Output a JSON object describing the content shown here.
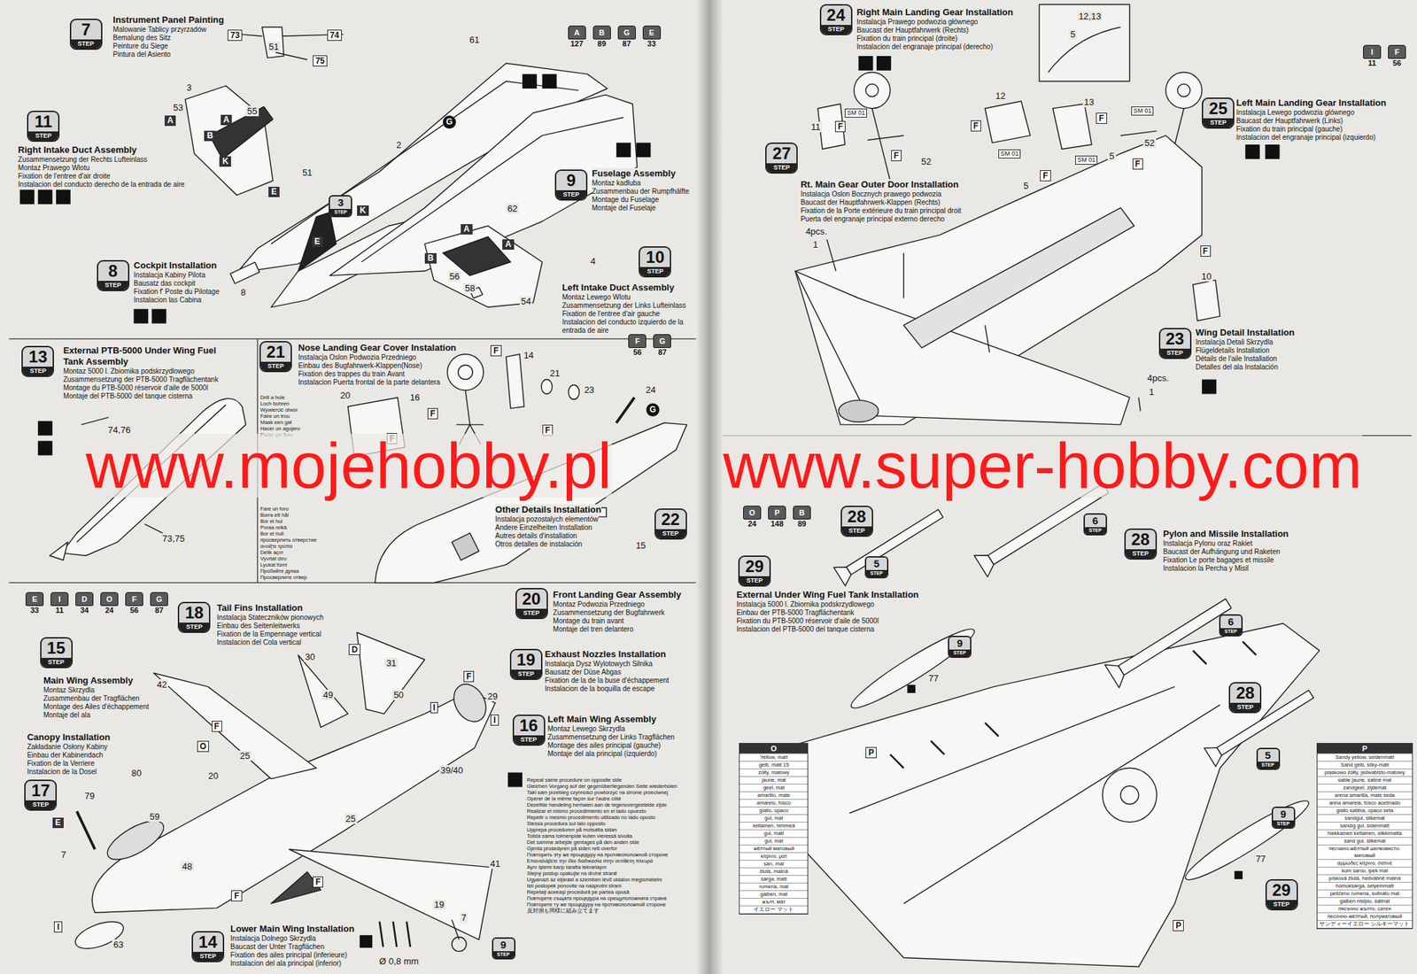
{
  "diagram": {
    "nodes": [
      {
        "text": [
          "7",
          "STEP"
        ]
      },
      {
        "text": [
          "11",
          "STEP"
        ]
      },
      {
        "text": [
          "3",
          "STEP"
        ]
      },
      {
        "text": [
          "9",
          "STEP"
        ]
      },
      {
        "text": [
          "8",
          "STEP"
        ]
      },
      {
        "text": [
          "10",
          "STEP"
        ]
      },
      {
        "text": [
          "13",
          "STEP"
        ]
      },
      {
        "text": [
          "21",
          "STEP"
        ]
      },
      {
        "text": [
          "22",
          "STEP"
        ]
      },
      {
        "text": [
          "20",
          "STEP"
        ]
      },
      {
        "text": [
          "18",
          "STEP"
        ]
      },
      {
        "text": [
          "15",
          "STEP"
        ]
      },
      {
        "text": [
          "17",
          "STEP"
        ]
      },
      {
        "text": [
          "19",
          "STEP"
        ]
      },
      {
        "text": [
          "16",
          "STEP"
        ]
      },
      {
        "text": [
          "9",
          "STEP"
        ]
      },
      {
        "text": [
          "14",
          "STEP"
        ]
      },
      {
        "text": [
          "24",
          "STEP"
        ]
      },
      {
        "text": [
          "27",
          "STEP"
        ]
      },
      {
        "text": [
          "25",
          "STEP"
        ]
      },
      {
        "text": [
          "23",
          "STEP"
        ]
      },
      {
        "text": [
          "28",
          "STEP"
        ]
      },
      {
        "text": [
          "6",
          "STEP"
        ]
      },
      {
        "text": [
          "29",
          "STEP"
        ]
      },
      {
        "text": [
          "5",
          "STEP"
        ]
      },
      {
        "text": [
          "28",
          "STEP"
        ]
      },
      {
        "text": [
          "6",
          "STEP"
        ]
      },
      {
        "text": [
          "9",
          "STEP"
        ]
      },
      {
        "text": [
          "28",
          "STEP"
        ]
      },
      {
        "text": [
          "5",
          "STEP"
        ]
      },
      {
        "text": [
          "9",
          "STEP"
        ]
      },
      {
        "text": [
          "29",
          "STEP"
        ]
      }
    ],
    "labels": [
      "Instrument Panel Painting",
      "Malowanie Tablicy przyrzadów",
      "Bemalung des Sitz",
      "Peinture du Siege",
      "Pintura del Asiento",
      "A",
      "127",
      "B",
      "89",
      "G",
      "87",
      "E",
      "33",
      "73",
      "74",
      "51",
      "75",
      "61",
      "Right Intake Duct Assembly",
      "Zusammensetzung der Rechts Lufteinlass",
      "Montaz Prawego Wlotu",
      "Fixation de l'entree d'air droite",
      "Instalacion del conducto derecho de la entrada de aire",
      "3",
      "53",
      "A",
      "A",
      "B",
      "55",
      "G",
      "2",
      "K",
      "E",
      "51",
      "K",
      "E",
      "62",
      "8",
      "4",
      "A",
      "A",
      "B",
      "56",
      "58",
      "54",
      "Fuselage Assembly",
      "Montaz kadluba",
      "Zusammenbau der Rumpfhälfte",
      "Montage du Fuselage",
      "Montaje del Fuselaje",
      "Cockpit Installation",
      "Instalacja Kabiny Pilota",
      "Bausatz das cockpit",
      "Fixation f' Poste du Pilotage",
      "Instalacion las Cabina",
      "Left Intake Duct Assembly",
      "Montaz Lewego Wlotu",
      "Zusammensetzung der Links Lufteinlass",
      "Fixation de l'entree d'air gauche",
      "Instalacion del conducto izquierdo de la entrada de aire",
      "External PTB-5000 Under Wing Fuel Tank Assembly",
      "Montaz 5000 l. Zbiornika podskrzydlowego",
      "Zusammensetzung der PTB-5000 Tragflächentank",
      "Montage du PTB-5000 réservoir d'aile de 5000l",
      "Montaje del PTB-5000 del tanque cisterna",
      "74,76",
      "73,75",
      "Nose Landing Gear Cover Instalation",
      "Instalacja Oslon Podwozia Przedniego",
      "Einbau des Bugfahrwerk-Klappen(Nose)",
      "Fixation des trappes du train Avant",
      "Instalacion Puerta frontal de la parte delantera",
      "F",
      "56",
      "G",
      "87",
      "F",
      "14",
      "20",
      "16",
      "F",
      "21",
      "23",
      "24",
      "G",
      "F",
      "F",
      "15",
      "Drill a hole",
      "Loch bohren",
      "Wywiercić otwór",
      "Faire un trou",
      "Maak een gat",
      "Hacer un agujero",
      "Fazer um furo",
      "Fare un foro",
      "Borra ett hål",
      "Bor et hul",
      "Poraa reikä",
      "Bor et hull",
      "просверлить отверстие",
      "ανοίξτε τρύπα",
      "Delik açın",
      "Vyvrtat díru",
      "Lyukat fúrni",
      "Пробийте дупка",
      "Просверлите отвер",
      "Other Details Installation",
      "Instalacja pozostalych elementów",
      "Andere Einzelheiten Installation",
      "Autres details d'installation",
      "Otros detalles de instalación",
      "Front Landing Gear Assembly",
      "Montaz Podwozia Przedniego",
      "Zusammensetzung der Bugfahrwerk",
      "Montage du train avant",
      "Montaje del tren delantero",
      "E",
      "33",
      "I",
      "11",
      "D",
      "34",
      "O",
      "24",
      "F",
      "56",
      "G",
      "87",
      "Tail Fins Installation",
      "Instalacja Stateczników pionowych",
      "Einbau des Seitenleitwerks",
      "Fixation de la Empennage vertical",
      "Instalacion del Cola vertical",
      "Main Wing Assembly",
      "Montaz Skrzydla",
      "Zusammenbau der Tragflächen",
      "Montage des Ailes d'échappement",
      "Montaje del ala",
      "Canopy Installation",
      "Zakładanie Osłony Kabiny",
      "Einbau der Kabinendach",
      "Fixation de la Verriere",
      "Instalacion de la Dosel",
      "Exhaust Nozzles Installation",
      "Instalacja Dysz Wylotowych Silnika",
      "Bausatz der Düse Abgas",
      "Fixation de la de la buse d'échappement",
      "Instalacion de la boquilla de escape",
      "Left Main Wing Assembly",
      "Montaz Lewego Skrzydla",
      "Zusammensetzung der Links Tragflächen",
      "Montage des ailes principal (gauche)",
      "Montaje del ala principal (izquierdo)",
      "Repeat same procedure on opposite side",
      "Gleichen Vorgang auf der gegenüberliegenden Seite wiederholen",
      "Taki sam przebieg czynności powtórzyć na stronie przeciwnej",
      "Opérer de la même façon sur l'autre côté",
      "Dezelfde handeling herhalen aan de tegenovergestelde zijde",
      "Realizar el mismo procedimiento en el lado opuesto",
      "Repetir o mesmo procedimento utilizado no lado oposto",
      "Stessa procedura sul lato opposto",
      "Upprepa proceduren på motsatta sidan",
      "Toista sama toimenpide kuten vieressä sivulla",
      "Det samme arbejde gentages på den anden side",
      "Gjenta prosedyren på siden rett overfor",
      "Повторить эту же процедуру на противоположной стороне",
      "Επαναλάβετε την ίδια διαδικασία στην αντίθετη πλευρά",
      "Aynı işlemi karşı tarafta tekrarlayın",
      "Stejný postup opakujte na druhé straně",
      "Ugyanazt az eljárást a szemben lévő oldalon megismételni",
      "Isti postopek ponovite na nasprotni strani",
      "Repetaţi aceeaşi procedură pe partea opusă",
      "Повторете същата процедура на срещуположната страна",
      "Повторите ту же процедуру на противоположной стороне",
      "反対側も同様に組み立てます",
      "42",
      "F",
      "O",
      "30",
      "D",
      "31",
      "49",
      "50",
      "I",
      "F",
      "29",
      "I",
      "20",
      "25",
      "80",
      "59",
      "79",
      "E",
      "7",
      "48",
      "39/40",
      "25",
      "F",
      "F",
      "I",
      "63",
      "41",
      "19",
      "7",
      "Ø 0,8 mm",
      "Lower Main Wing Installation",
      "Instalacja Dolnego Skrzydla",
      "Baucast der Unter Tragflächen",
      "Fixation des ailes principal (inferieure)",
      "Instalacion del ala principal (inferior)",
      "Right Main Landing Gear Installation",
      "Instalacja Prawego podwozia głównego",
      "Baucast der Hauptfahrwerk (Rechts)",
      "Fixation du train principal (droite)",
      "Instalacion del engranaje principal (derecho)",
      "12,13",
      "5",
      "11",
      "F",
      "SM 01",
      "12",
      "F",
      "F",
      "52",
      "SM 01",
      "13",
      "F",
      "F",
      "5",
      "SM 01",
      "52",
      "SM 01",
      "5",
      "F",
      "4pcs.",
      "1",
      "F",
      "10",
      "4pcs.",
      "1",
      "I",
      "11",
      "F",
      "56",
      "Left Main Landing Gear Installation",
      "Instalacja Lewego podwozia glównego",
      "Baucast der Hauptfahrwerk (Links)",
      "Fixation du train principal (gauche)",
      "Instalacion del engranaje principal (izquierdo)",
      "Rt. Main Gear Outer Door Installation",
      "Instalacja Oslon Bocznych prawego podwozia",
      "Baucast der Hauptfahrwerk-Klappen (Rechts)",
      "Fixation de la Porte extérieure du train principal droit",
      "Puerta del engranaje principal externo derecho",
      "Wing Detail Installation",
      "Instalacja Detali Skrzydla",
      "Flügeldetails Installation",
      "Détails de l'aile Installation",
      "Detalles del ala Instalación",
      "Pylon and Missile Installation",
      "Instalacja Pylonu oraz Rakiet",
      "Baucast der Aufhängung und Raketen",
      "Fixation Le porte bagages et missile",
      "Instalacion la Percha y Misil",
      "External Under Wing Fuel Tank Installation",
      "Instalacja 5000 l. Zbiornika podskrzydlowego",
      "Einbau der PTB-5000 Tragflächentank",
      "Fixation du PTB-5000 réservoir d'aile de 5000l",
      "Instalacion del PTB-5000 del tanque cisterna",
      "O",
      "24",
      "P",
      "148",
      "B",
      "89",
      "77",
      "P",
      "77",
      "P",
      "O",
      "Yellow, matt",
      "gelb, matt 15",
      "żółty, matowy",
      "jaune, mat",
      "geel, mat",
      "amarillo, mate",
      "amarelo, fosco",
      "giallo, opaco",
      "gul, mat",
      "keltainen, himmeä",
      "gul, matt",
      "gul, mat",
      "жёлтый матовый",
      "κίτρινο, ματ",
      "sarı, mat",
      "žlutá, matná",
      "sárga, matt",
      "rumena, mat",
      "galben, mat",
      "жълт, мат",
      "イエロー マット",
      "P",
      "Sandy yellow, seidenmatt",
      "Sand gelb, silky-matt",
      "piaskowo żółty, jedwabisto-matowy",
      "sable jaune, satiné mat",
      "zandgeel, zijdemat",
      "arena amarilla, mate seda",
      "areia amarela, fosco acetinado",
      "giallo sabbia, opaco seta",
      "sandgul, silkemat",
      "sandig gul, sidenmatt",
      "hiekkainen keltainen, silkkimatta",
      "sand gul, silkemat",
      "песчано-жёлтый шелковисто-матовый",
      "αμμώδες κίτρινο, σατινέ",
      "kum sarısı, ipek mat",
      "písková žlutá, hedvábně matná",
      "homoksárga, selyemmatt",
      "peščeno rumena, svilnato mat",
      "galben nisipiu, satinat",
      "пясъчно жълто, сатен",
      "песочно-жёлтый, полуматовый",
      "サンディーイエロー シルキーマット",
      "www.mojehobby.pl",
      "www.super-hobby.com"
    ]
  }
}
